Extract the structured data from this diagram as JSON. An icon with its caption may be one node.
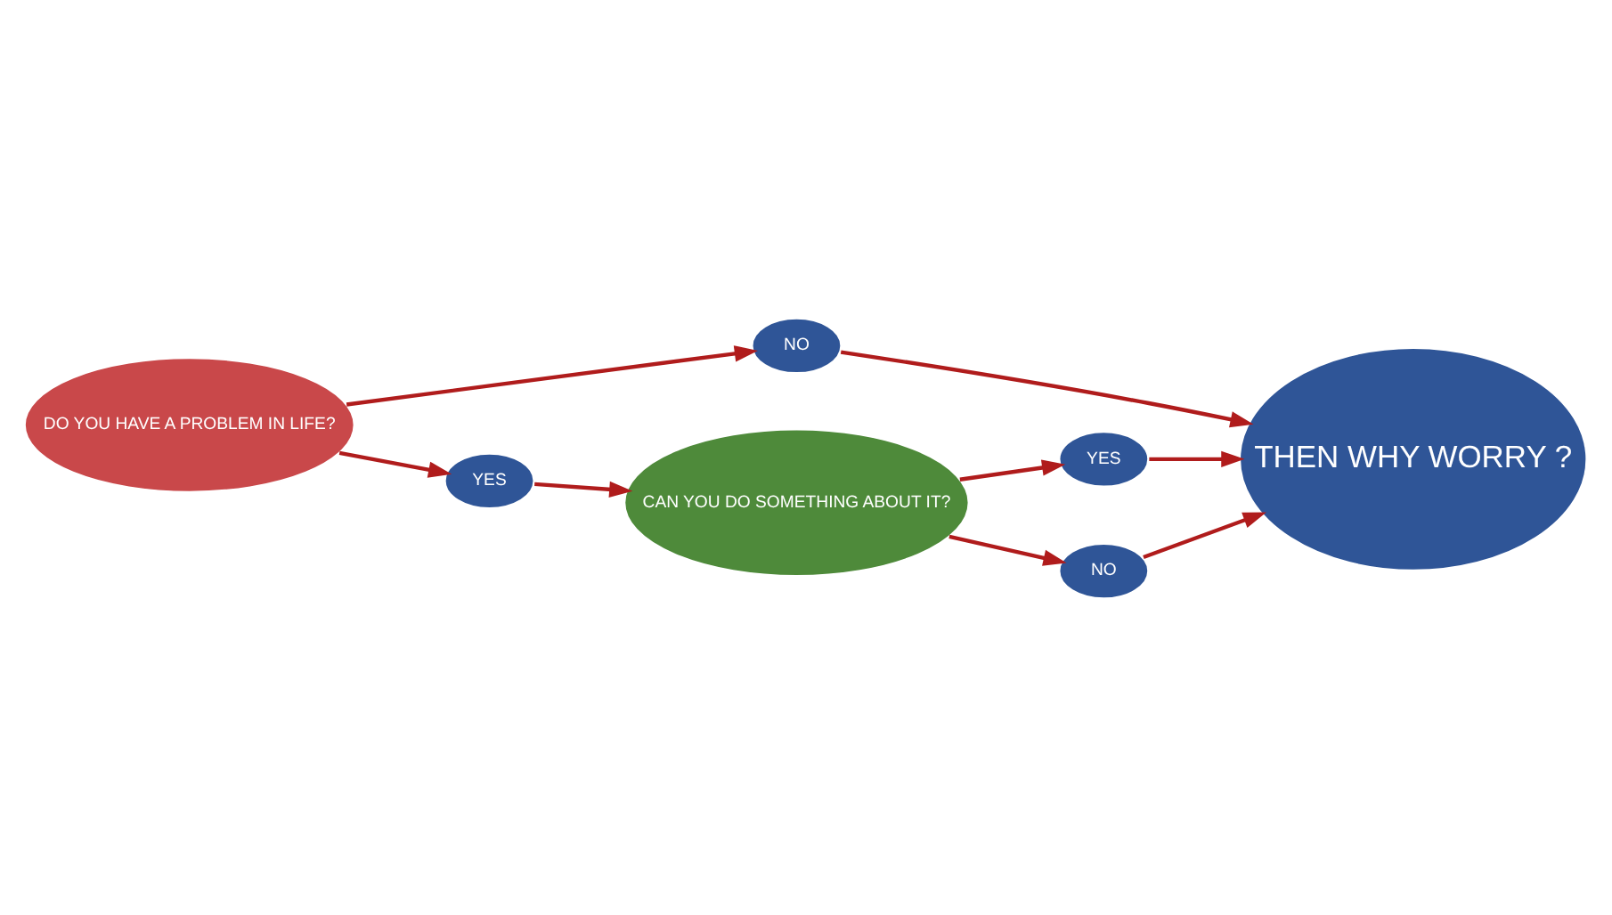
{
  "diagram": {
    "nodes": [
      {
        "text": [
          "DO YOU HAVE A PROBLEM IN LIFE?"
        ]
      },
      {
        "text": [
          "NO"
        ]
      },
      {
        "text": [
          "THEN WHY WORRY ?"
        ]
      },
      {
        "text": [
          "YES"
        ]
      },
      {
        "text": [
          "CAN YOU DO SOMETHING ABOUT IT?"
        ]
      },
      {
        "text": [
          "YES"
        ]
      },
      {
        "text": [
          "NO"
        ]
      }
    ],
    "edges": [
      {
        "from": 0,
        "to": 1,
        "arrow": "to"
      },
      {
        "from": 1,
        "to": 2,
        "arrow": "to"
      },
      {
        "from": 0,
        "to": 3,
        "arrow": "to"
      },
      {
        "from": 3,
        "to": 4,
        "arrow": "to"
      },
      {
        "from": 4,
        "to": 5,
        "arrow": "to"
      },
      {
        "from": 5,
        "to": 2,
        "arrow": "to"
      },
      {
        "from": 4,
        "to": 6,
        "arrow": "to"
      },
      {
        "from": 6,
        "to": 2,
        "arrow": "to"
      }
    ]
  }
}
